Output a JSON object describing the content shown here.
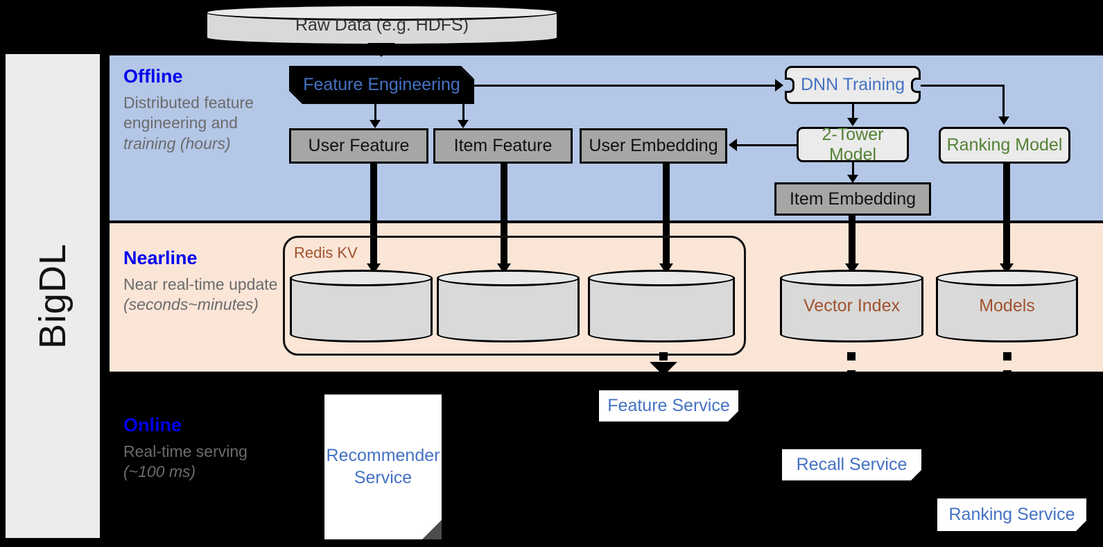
{
  "diagram": {
    "framework_label": "BigDL",
    "source": {
      "label": "Raw Data (e.g. HDFS)"
    },
    "bands": [
      {
        "id": "offline",
        "title": "Offline",
        "description": "Distributed feature engineering and ",
        "description_em": "training (hours)",
        "bg": "#b4c7e7"
      },
      {
        "id": "nearline",
        "title": "Nearline",
        "description": "Near real-time update ",
        "description_em": "(seconds~minutes)",
        "bg": "#fae5d7"
      },
      {
        "id": "online",
        "title": "Online",
        "description": "Real-time serving ",
        "description_em": "(~100 ms)",
        "bg": "#000000"
      }
    ],
    "offline_nodes": [
      {
        "id": "feature-engineering",
        "label": "Feature Engineering",
        "kind": "process-notched",
        "color": "#4472c4"
      },
      {
        "id": "dnn-training",
        "label": "DNN Training",
        "kind": "process-flag",
        "color": "#4472c4"
      },
      {
        "id": "user-feature",
        "label": "User Feature",
        "kind": "data",
        "color": "#111111"
      },
      {
        "id": "item-feature",
        "label": "Item Feature",
        "kind": "data",
        "color": "#111111"
      },
      {
        "id": "user-embedding",
        "label": "User Embedding",
        "kind": "data",
        "color": "#111111"
      },
      {
        "id": "two-tower-model",
        "label": "2-Tower Model",
        "kind": "process",
        "color": "#548235"
      },
      {
        "id": "ranking-model",
        "label": "Ranking Model",
        "kind": "process",
        "color": "#548235"
      },
      {
        "id": "item-embedding",
        "label": "Item Embedding",
        "kind": "data",
        "color": "#111111"
      }
    ],
    "nearline_nodes": [
      {
        "id": "redis-kv",
        "label": "Redis KV",
        "kind": "group",
        "color": "#a0522d"
      },
      {
        "id": "store-user-feature",
        "label": "",
        "kind": "cylinder",
        "color": "#a0522d"
      },
      {
        "id": "store-item-feature",
        "label": "",
        "kind": "cylinder",
        "color": "#a0522d"
      },
      {
        "id": "store-user-embedding",
        "label": "",
        "kind": "cylinder",
        "color": "#a0522d"
      },
      {
        "id": "vector-index",
        "label": "Vector Index",
        "kind": "cylinder",
        "color": "#a0522d"
      },
      {
        "id": "models",
        "label": "Models",
        "kind": "cylinder",
        "color": "#a0522d"
      }
    ],
    "online_nodes": [
      {
        "id": "recommender-service",
        "label": "Recommender Service",
        "kind": "note-large",
        "color": "#4472c4"
      },
      {
        "id": "feature-service",
        "label": "Feature Service",
        "kind": "note",
        "color": "#4472c4"
      },
      {
        "id": "recall-service",
        "label": "Recall Service",
        "kind": "note",
        "color": "#4472c4"
      },
      {
        "id": "ranking-service",
        "label": "Ranking Service",
        "kind": "note",
        "color": "#4472c4"
      }
    ],
    "colors": {
      "offline_band": "#b4c7e7",
      "nearline_band": "#fae5d7",
      "online_band": "#000000",
      "band_title": "#0000ee",
      "band_desc": "#6b6b6b",
      "process_text": "#4472c4",
      "model_text": "#548235",
      "store_text": "#a0522d",
      "data_box_fill": "#a6a6a6",
      "process_box_fill": "#ebebeb",
      "cylinder_fill": "#d9d9d9",
      "rail_fill": "#ececec"
    }
  }
}
